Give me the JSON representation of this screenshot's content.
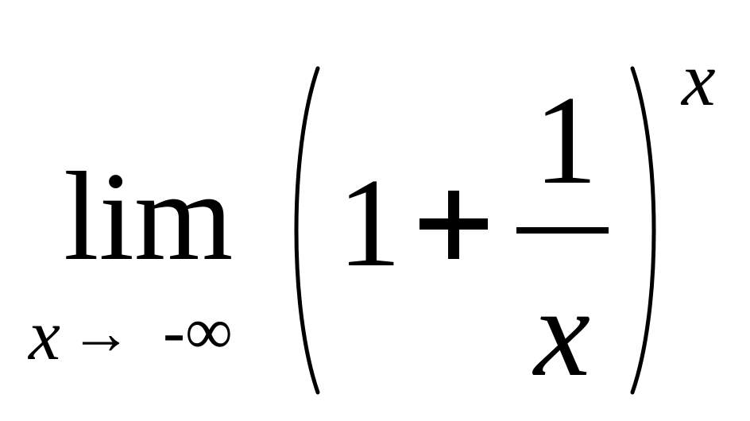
{
  "formula": {
    "operator": "lim",
    "subscript": {
      "variable": "x",
      "arrow": "→",
      "limit": "-∞"
    },
    "base": {
      "constant": "1",
      "plus": "+",
      "fraction": {
        "numerator": "1",
        "denominator": "x"
      }
    },
    "exponent": "x"
  },
  "colors": {
    "ink": "#000000",
    "background": "#ffffff"
  }
}
